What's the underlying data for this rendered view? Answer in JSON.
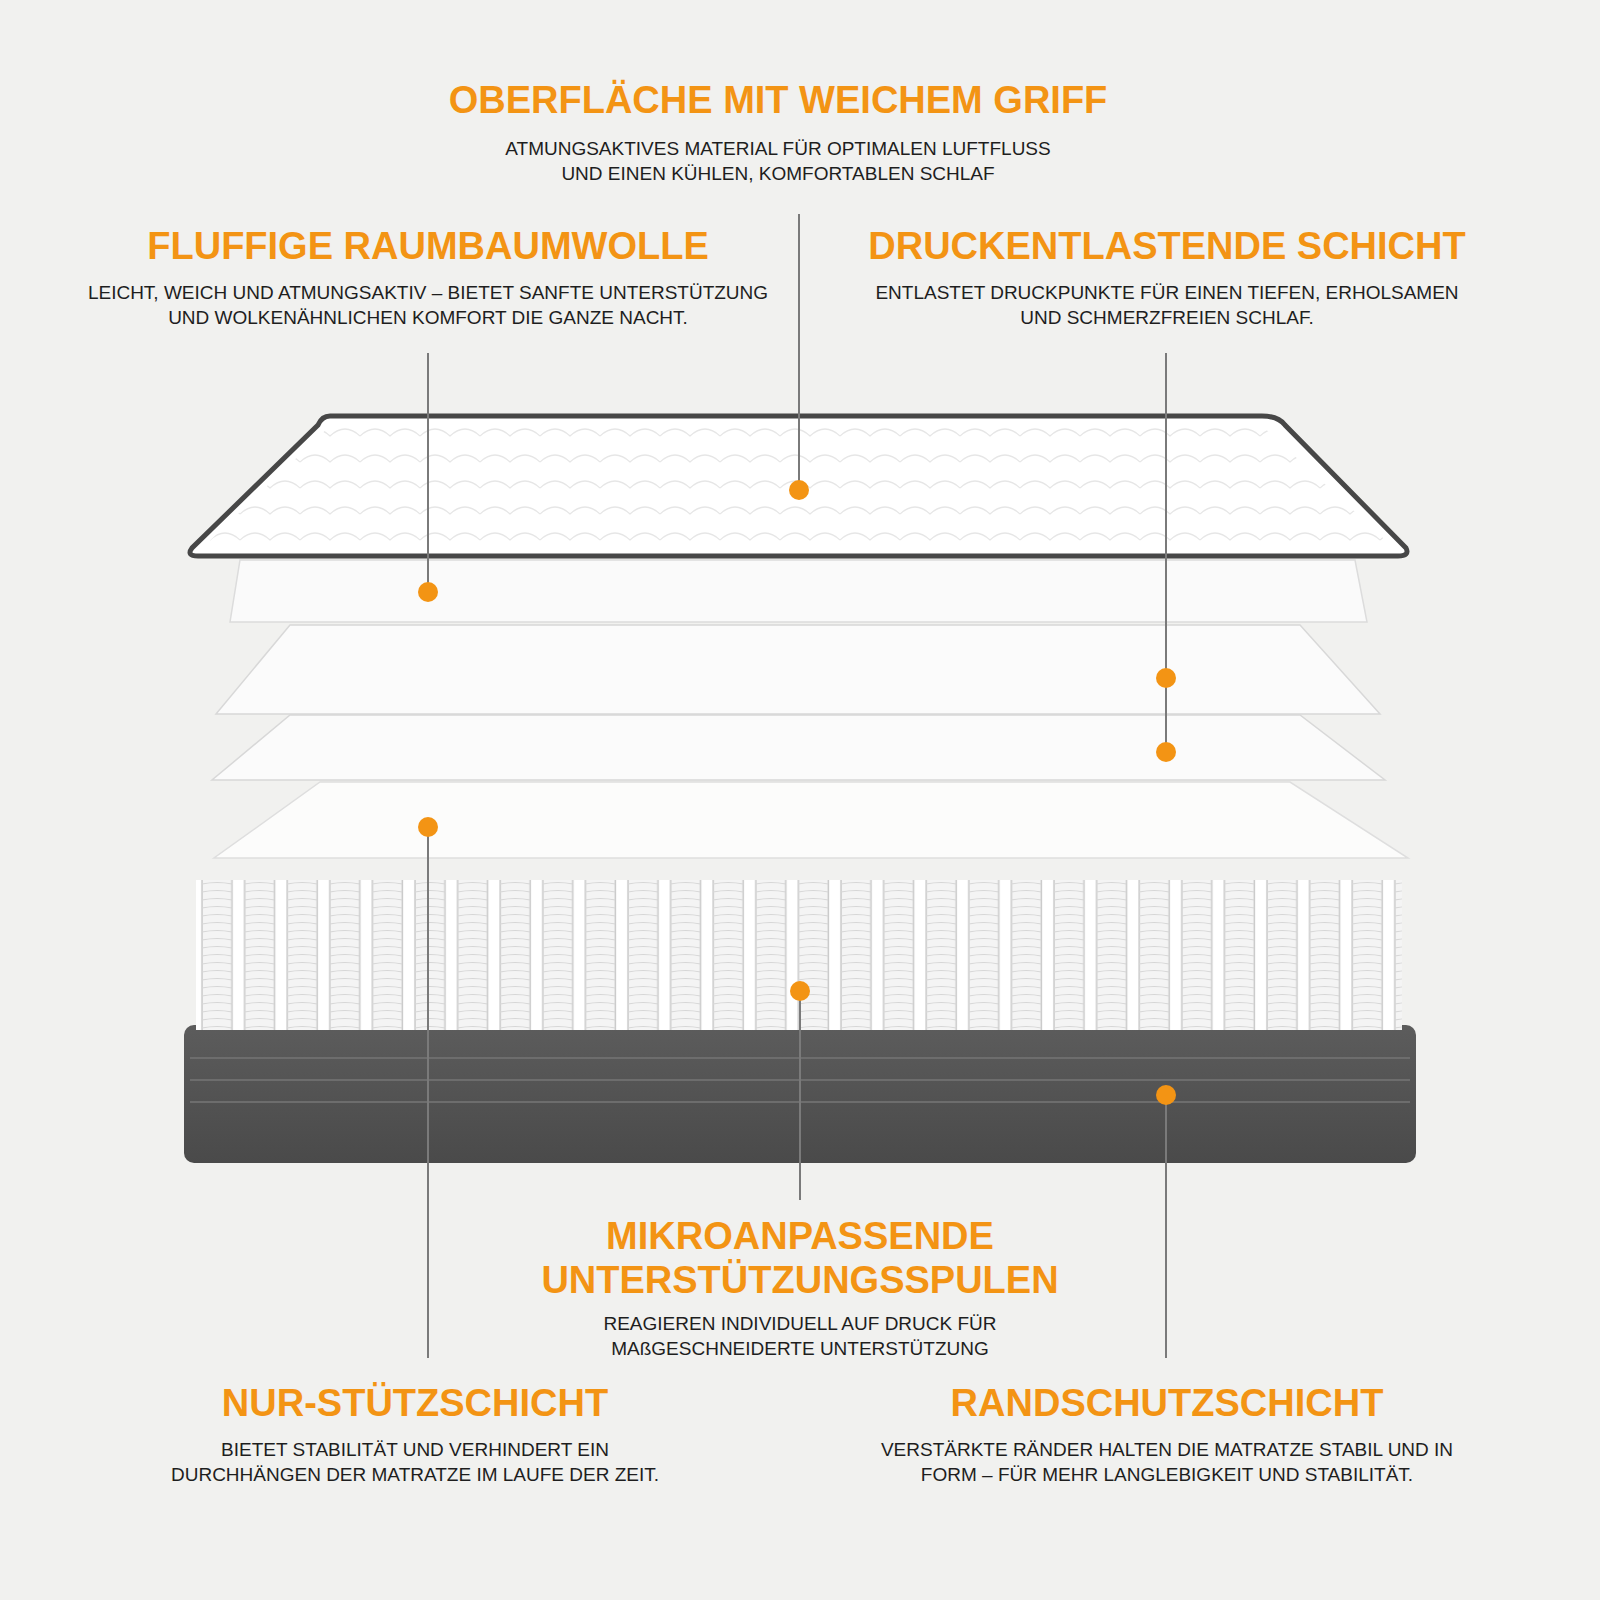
{
  "diagram": {
    "labels": [
      "OBERFLÄCHE MIT WEICHEM GRIFF",
      "ATMUNGSAKTIVES MATERIAL FÜR OPTIMALEN LUFTFLUSS UND EINEN KÜHLEN, KOMFORTABLEN SCHLAF",
      "FLUFFIGE RAUMBAUMWOLLE",
      "LEICHT, WEICH UND ATMUNGSAKTIV – BIETET SANFTE UNTERSTÜTZUNG UND WOLKENÄHNLICHEN KOMFORT DIE GANZE NACHT.",
      "DRUCKENTLASTENDE SCHICHT",
      "ENTLASTET DRUCKPUNKTE FÜR EINEN TIEFEN, ERHOLSAMEN UND SCHMERZFREIEN SCHLAF.",
      "MIKROANPASSENDE UNTERSTÜTZUNGSSPULEN",
      "REAGIEREN INDIVIDUELL AUF DRUCK FÜR MAßGESCHNEIDERTE UNTERSTÜTZUNG",
      "NUR-STÜTZSCHICHT",
      "BIETET STABILITÄT UND VERHINDERT EIN DURCHHÄNGEN DER MATRATZE IM LAUFE DER ZEIT.",
      "RANDSCHUTZSCHICHT",
      "VERSTÄRKTE RÄNDER HALTEN DIE MATRATZE STABIL UND IN FORM – FÜR MEHR LANGLEBIGKEIT UND STABILITÄT."
    ]
  }
}
